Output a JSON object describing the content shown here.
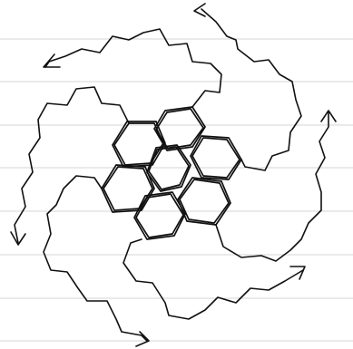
{
  "figure": {
    "description_kind": "hand-drawn honeycomb with spiralling zigzag arms ending in arrows",
    "ink_color": "#111111",
    "paper_color": "#ffffff",
    "rule_color": "#d4d4d4",
    "hexagon_count": 7,
    "arm_count": 6,
    "arrowhead_count": 6,
    "ruled_line_count": 8
  }
}
